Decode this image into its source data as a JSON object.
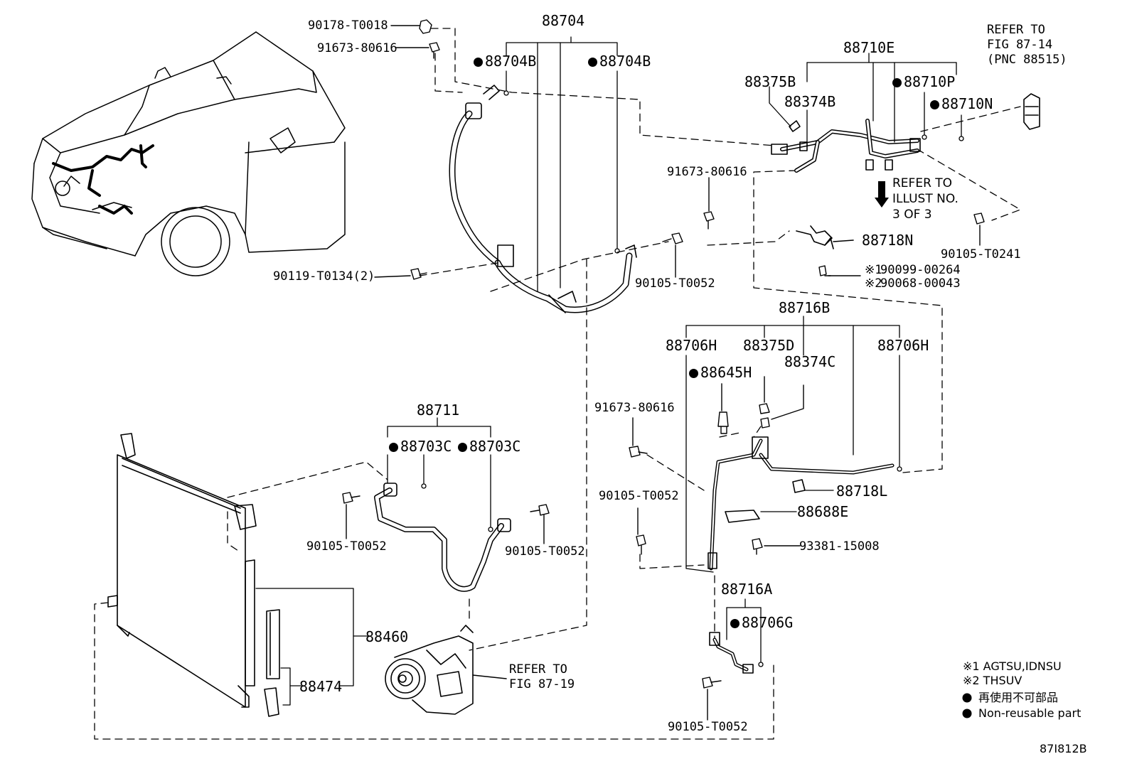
{
  "callouts": {
    "c88704": "88704",
    "c88704b_left": "88704B",
    "c88704b_right": "88704B",
    "c90178": "90178-T0018",
    "c91673_top": "91673-80616",
    "c90119": "90119-T0134(2)",
    "c90105_mid": "90105-T0052",
    "c88710e": "88710E",
    "c88375b": "88375B",
    "c88374b": "88374B",
    "c88710p": "88710P",
    "c88710n": "88710N",
    "c91673_right": "91673-80616",
    "c88718n": "88718N",
    "c90105_t0241": "90105-T0241",
    "c90099": "90099-00264",
    "c90068": "90068-00043",
    "mark1": "※1",
    "mark2": "※2",
    "c88716b": "88716B",
    "c88706h_left": "88706H",
    "c88375d": "88375D",
    "c88374c": "88374C",
    "c88706h_right": "88706H",
    "c88645h": "88645H",
    "c91673_lower": "91673-80616",
    "c88718l": "88718L",
    "c88688e": "88688E",
    "c90105_lowerleft": "90105-T0052",
    "c93381": "93381-15008",
    "c88716a": "88716A",
    "c88706g": "88706G",
    "c90105_bottom": "90105-T0052",
    "c88711": "88711",
    "c88703c_left": "88703C",
    "c88703c_right": "88703C",
    "c90105_cond_left": "90105-T0052",
    "c90105_cond_right": "90105-T0052",
    "c88460": "88460",
    "c88474": "88474"
  },
  "refers": {
    "fig_87_14": "REFER TO\nFIG 87-14\n(PNC 88515)",
    "illust_3of3": "REFER TO\nILLUST NO.\n3 OF 3",
    "fig_87_19": "REFER TO\nFIG 87-19"
  },
  "legend": {
    "note1": "※1 AGTSU,IDNSU",
    "note2": "※2 THSUV",
    "jp_nonreusable": "再使用不可部品",
    "en_nonreusable": "Non-reusable part"
  },
  "illustration_code": "87I812B",
  "icons": {
    "bullet": "filled-circle-icon",
    "arrow": "down-arrow-icon"
  }
}
